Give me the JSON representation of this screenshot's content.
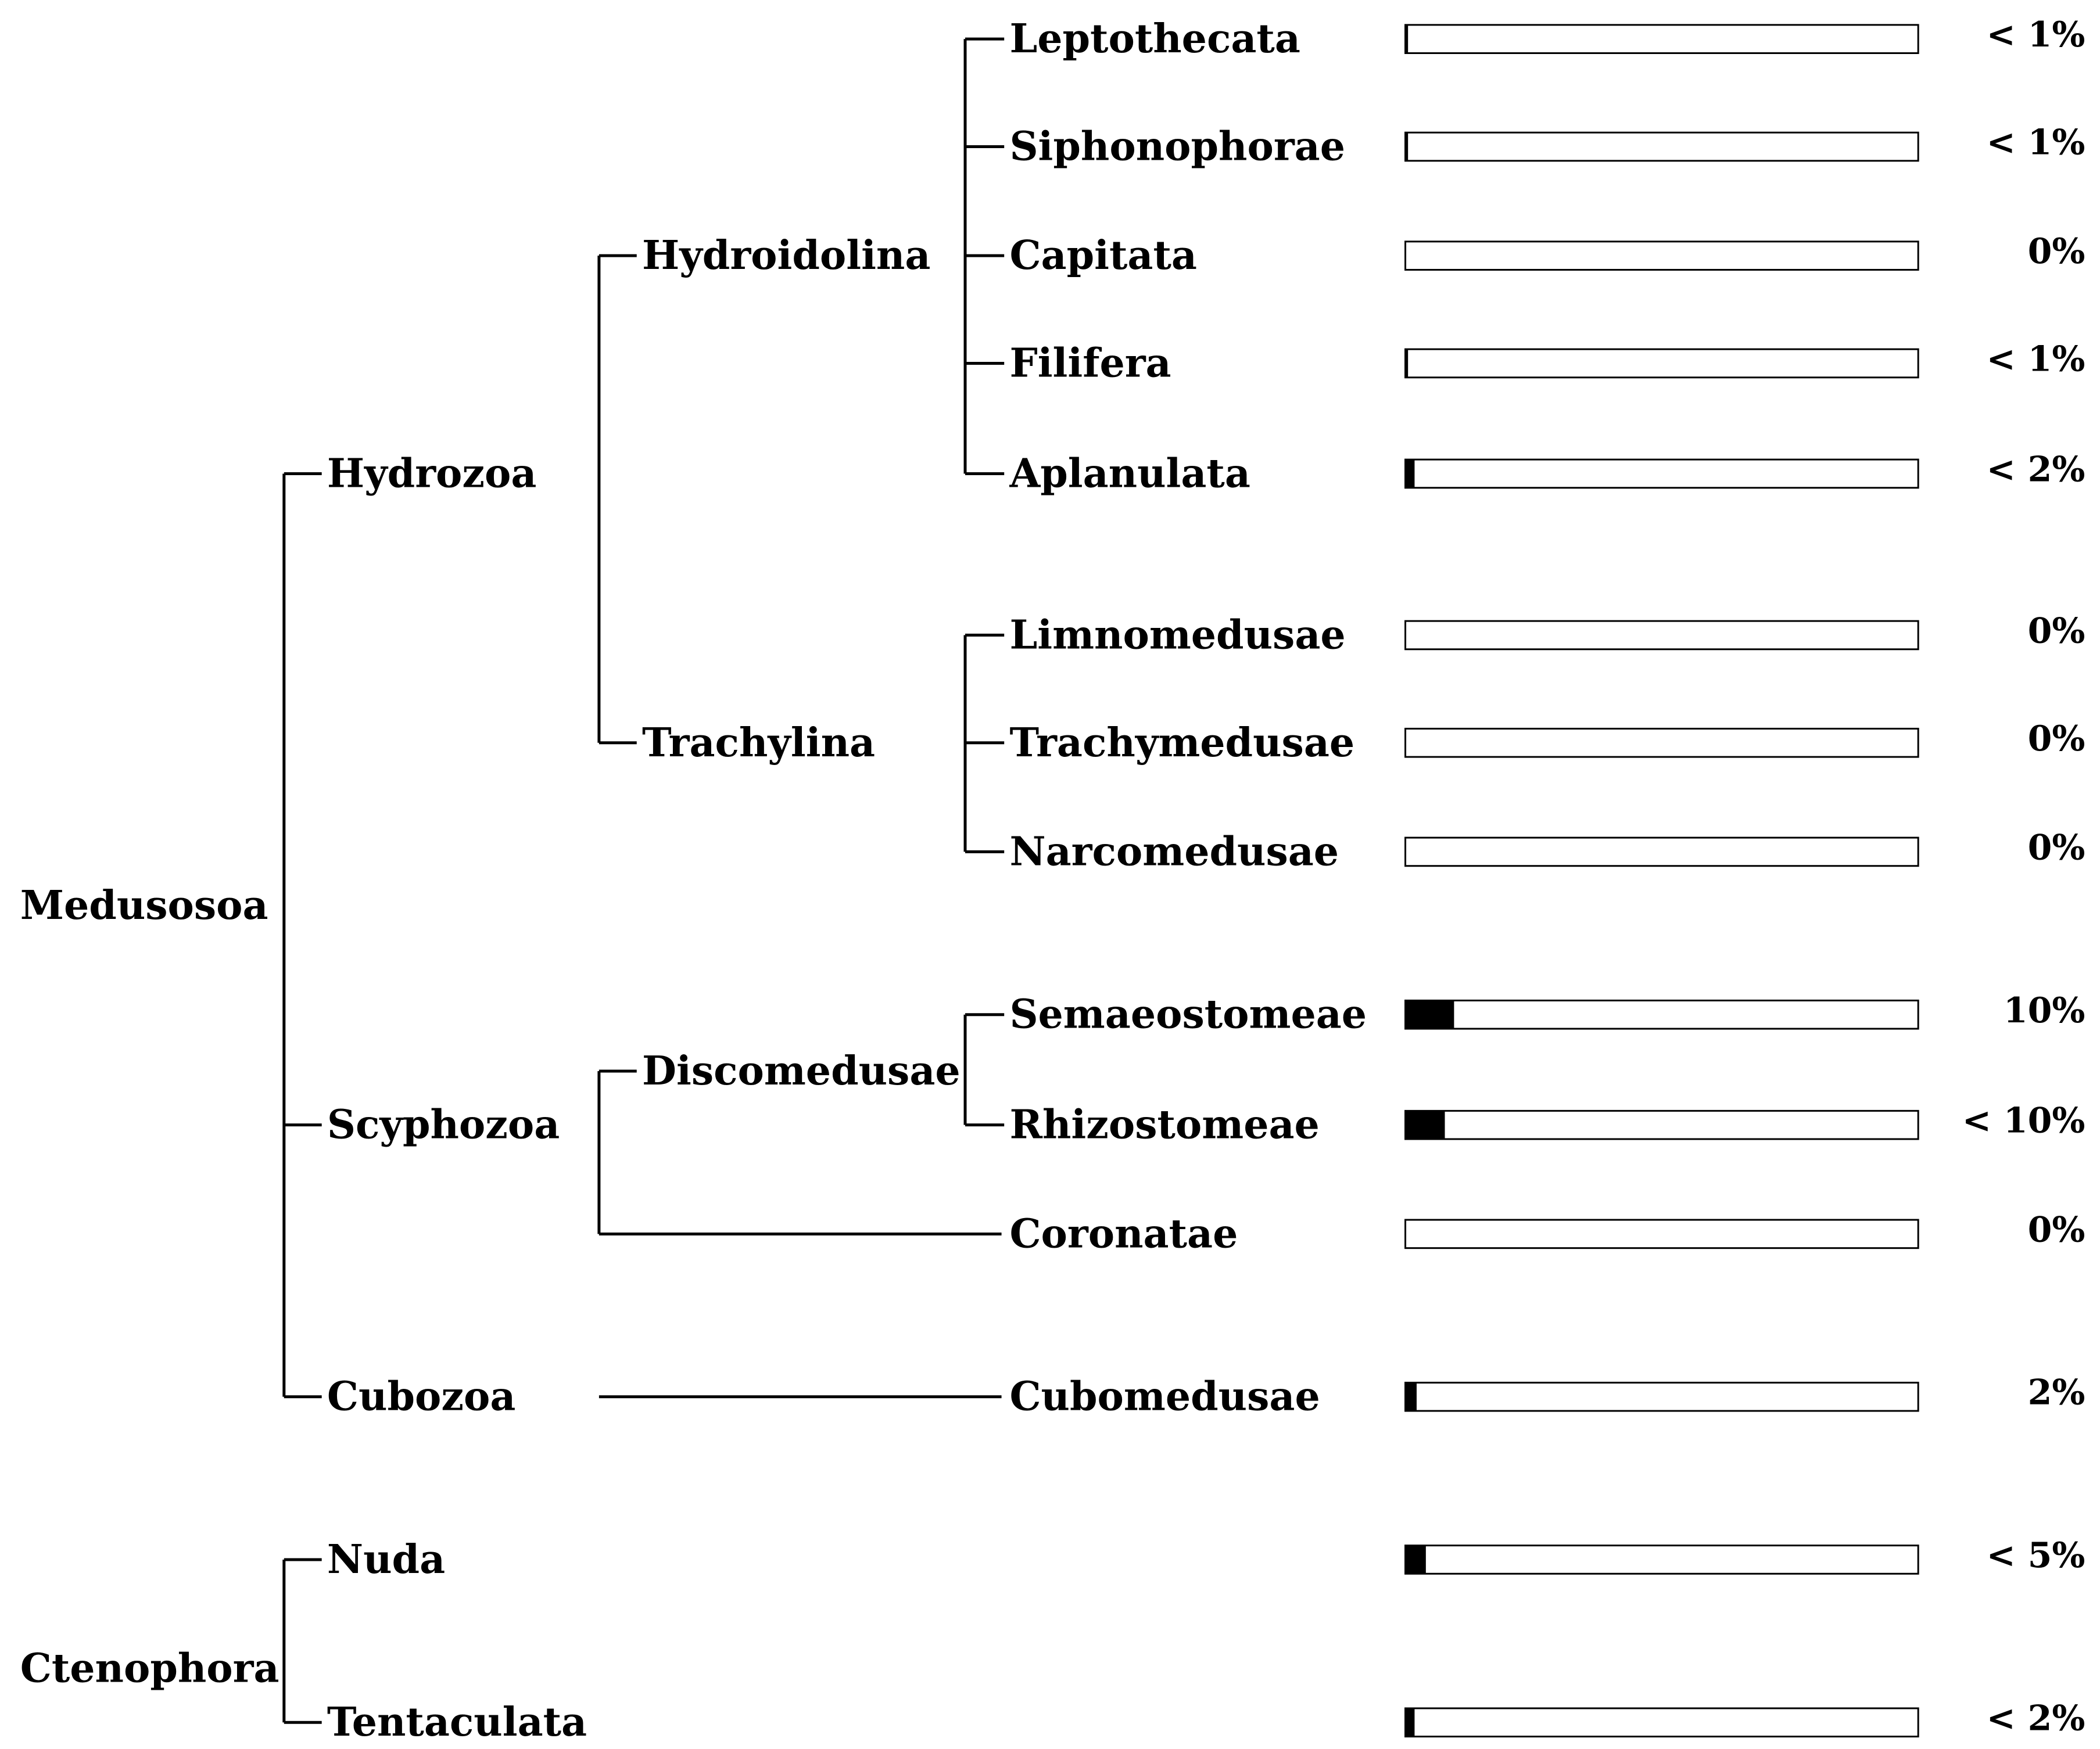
{
  "tree": {
    "root_groups": [
      {
        "id": "medusosoa",
        "label": "Medusosoa",
        "children": [
          "hydrozoa",
          "scyphozoa",
          "cubozoa"
        ]
      },
      {
        "id": "ctenophora",
        "label": "Ctenophora",
        "children": [
          "nuda",
          "tentaculata"
        ]
      }
    ],
    "classes": [
      {
        "id": "hydrozoa",
        "label": "Hydrozoa",
        "children": [
          "hydroidolina",
          "trachylina"
        ]
      },
      {
        "id": "scyphozoa",
        "label": "Scyphozoa",
        "children": [
          "discomedusae",
          "coronatae"
        ]
      },
      {
        "id": "cubozoa",
        "label": "Cubozoa",
        "children": [
          "cubomedusae"
        ]
      },
      {
        "id": "nuda",
        "label": "Nuda",
        "children": []
      },
      {
        "id": "tentaculata",
        "label": "Tentaculata",
        "children": []
      }
    ],
    "subclasses": [
      {
        "id": "hydroidolina",
        "label": "Hydroidolina",
        "children": [
          "leptothecata",
          "siphonophorae",
          "capitata",
          "filifera",
          "aplanulata"
        ]
      },
      {
        "id": "trachylina",
        "label": "Trachylina",
        "children": [
          "limnomedusae",
          "trachymedusae",
          "narcomedusae"
        ]
      },
      {
        "id": "discomedusae",
        "label": "Discomedusae",
        "children": [
          "semaeostomeae",
          "rhizostomeae"
        ]
      }
    ],
    "orders": [
      {
        "id": "leptothecata",
        "label": "Leptothecata"
      },
      {
        "id": "siphonophorae",
        "label": "Siphonophorae"
      },
      {
        "id": "capitata",
        "label": "Capitata"
      },
      {
        "id": "filifera",
        "label": "Filifera"
      },
      {
        "id": "aplanulata",
        "label": "Aplanulata"
      },
      {
        "id": "limnomedusae",
        "label": "Limnomedusae"
      },
      {
        "id": "trachymedusae",
        "label": "Trachymedusae"
      },
      {
        "id": "narcomedusae",
        "label": "Narcomedusae"
      },
      {
        "id": "semaeostomeae",
        "label": "Semaeostomeae"
      },
      {
        "id": "rhizostomeae",
        "label": "Rhizostomeae"
      },
      {
        "id": "coronatae",
        "label": "Coronatae"
      },
      {
        "id": "cubomedusae",
        "label": "Cubomedusae"
      }
    ]
  },
  "bars": [
    {
      "row": "leptothecata",
      "fraction": 0.004,
      "percent_label": "< 1%"
    },
    {
      "row": "siphonophorae",
      "fraction": 0.004,
      "percent_label": "< 1%"
    },
    {
      "row": "capitata",
      "fraction": 0.0,
      "percent_label": "0%"
    },
    {
      "row": "filifera",
      "fraction": 0.004,
      "percent_label": "< 1%"
    },
    {
      "row": "aplanulata",
      "fraction": 0.018,
      "percent_label": "< 2%"
    },
    {
      "row": "limnomedusae",
      "fraction": 0.0,
      "percent_label": "0%"
    },
    {
      "row": "trachymedusae",
      "fraction": 0.0,
      "percent_label": "0%"
    },
    {
      "row": "narcomedusae",
      "fraction": 0.0,
      "percent_label": "0%"
    },
    {
      "row": "semaeostomeae",
      "fraction": 0.095,
      "percent_label": "10%"
    },
    {
      "row": "rhizostomeae",
      "fraction": 0.077,
      "percent_label": "< 10%"
    },
    {
      "row": "coronatae",
      "fraction": 0.0,
      "percent_label": "0%"
    },
    {
      "row": "cubomedusae",
      "fraction": 0.022,
      "percent_label": "2%"
    },
    {
      "row": "nuda",
      "fraction": 0.04,
      "percent_label": "< 5%"
    },
    {
      "row": "tentaculata",
      "fraction": 0.018,
      "percent_label": "< 2%"
    }
  ],
  "colors": {
    "line": "#000000",
    "bar_fill": "#000000",
    "bar_background": "#ffffff"
  }
}
